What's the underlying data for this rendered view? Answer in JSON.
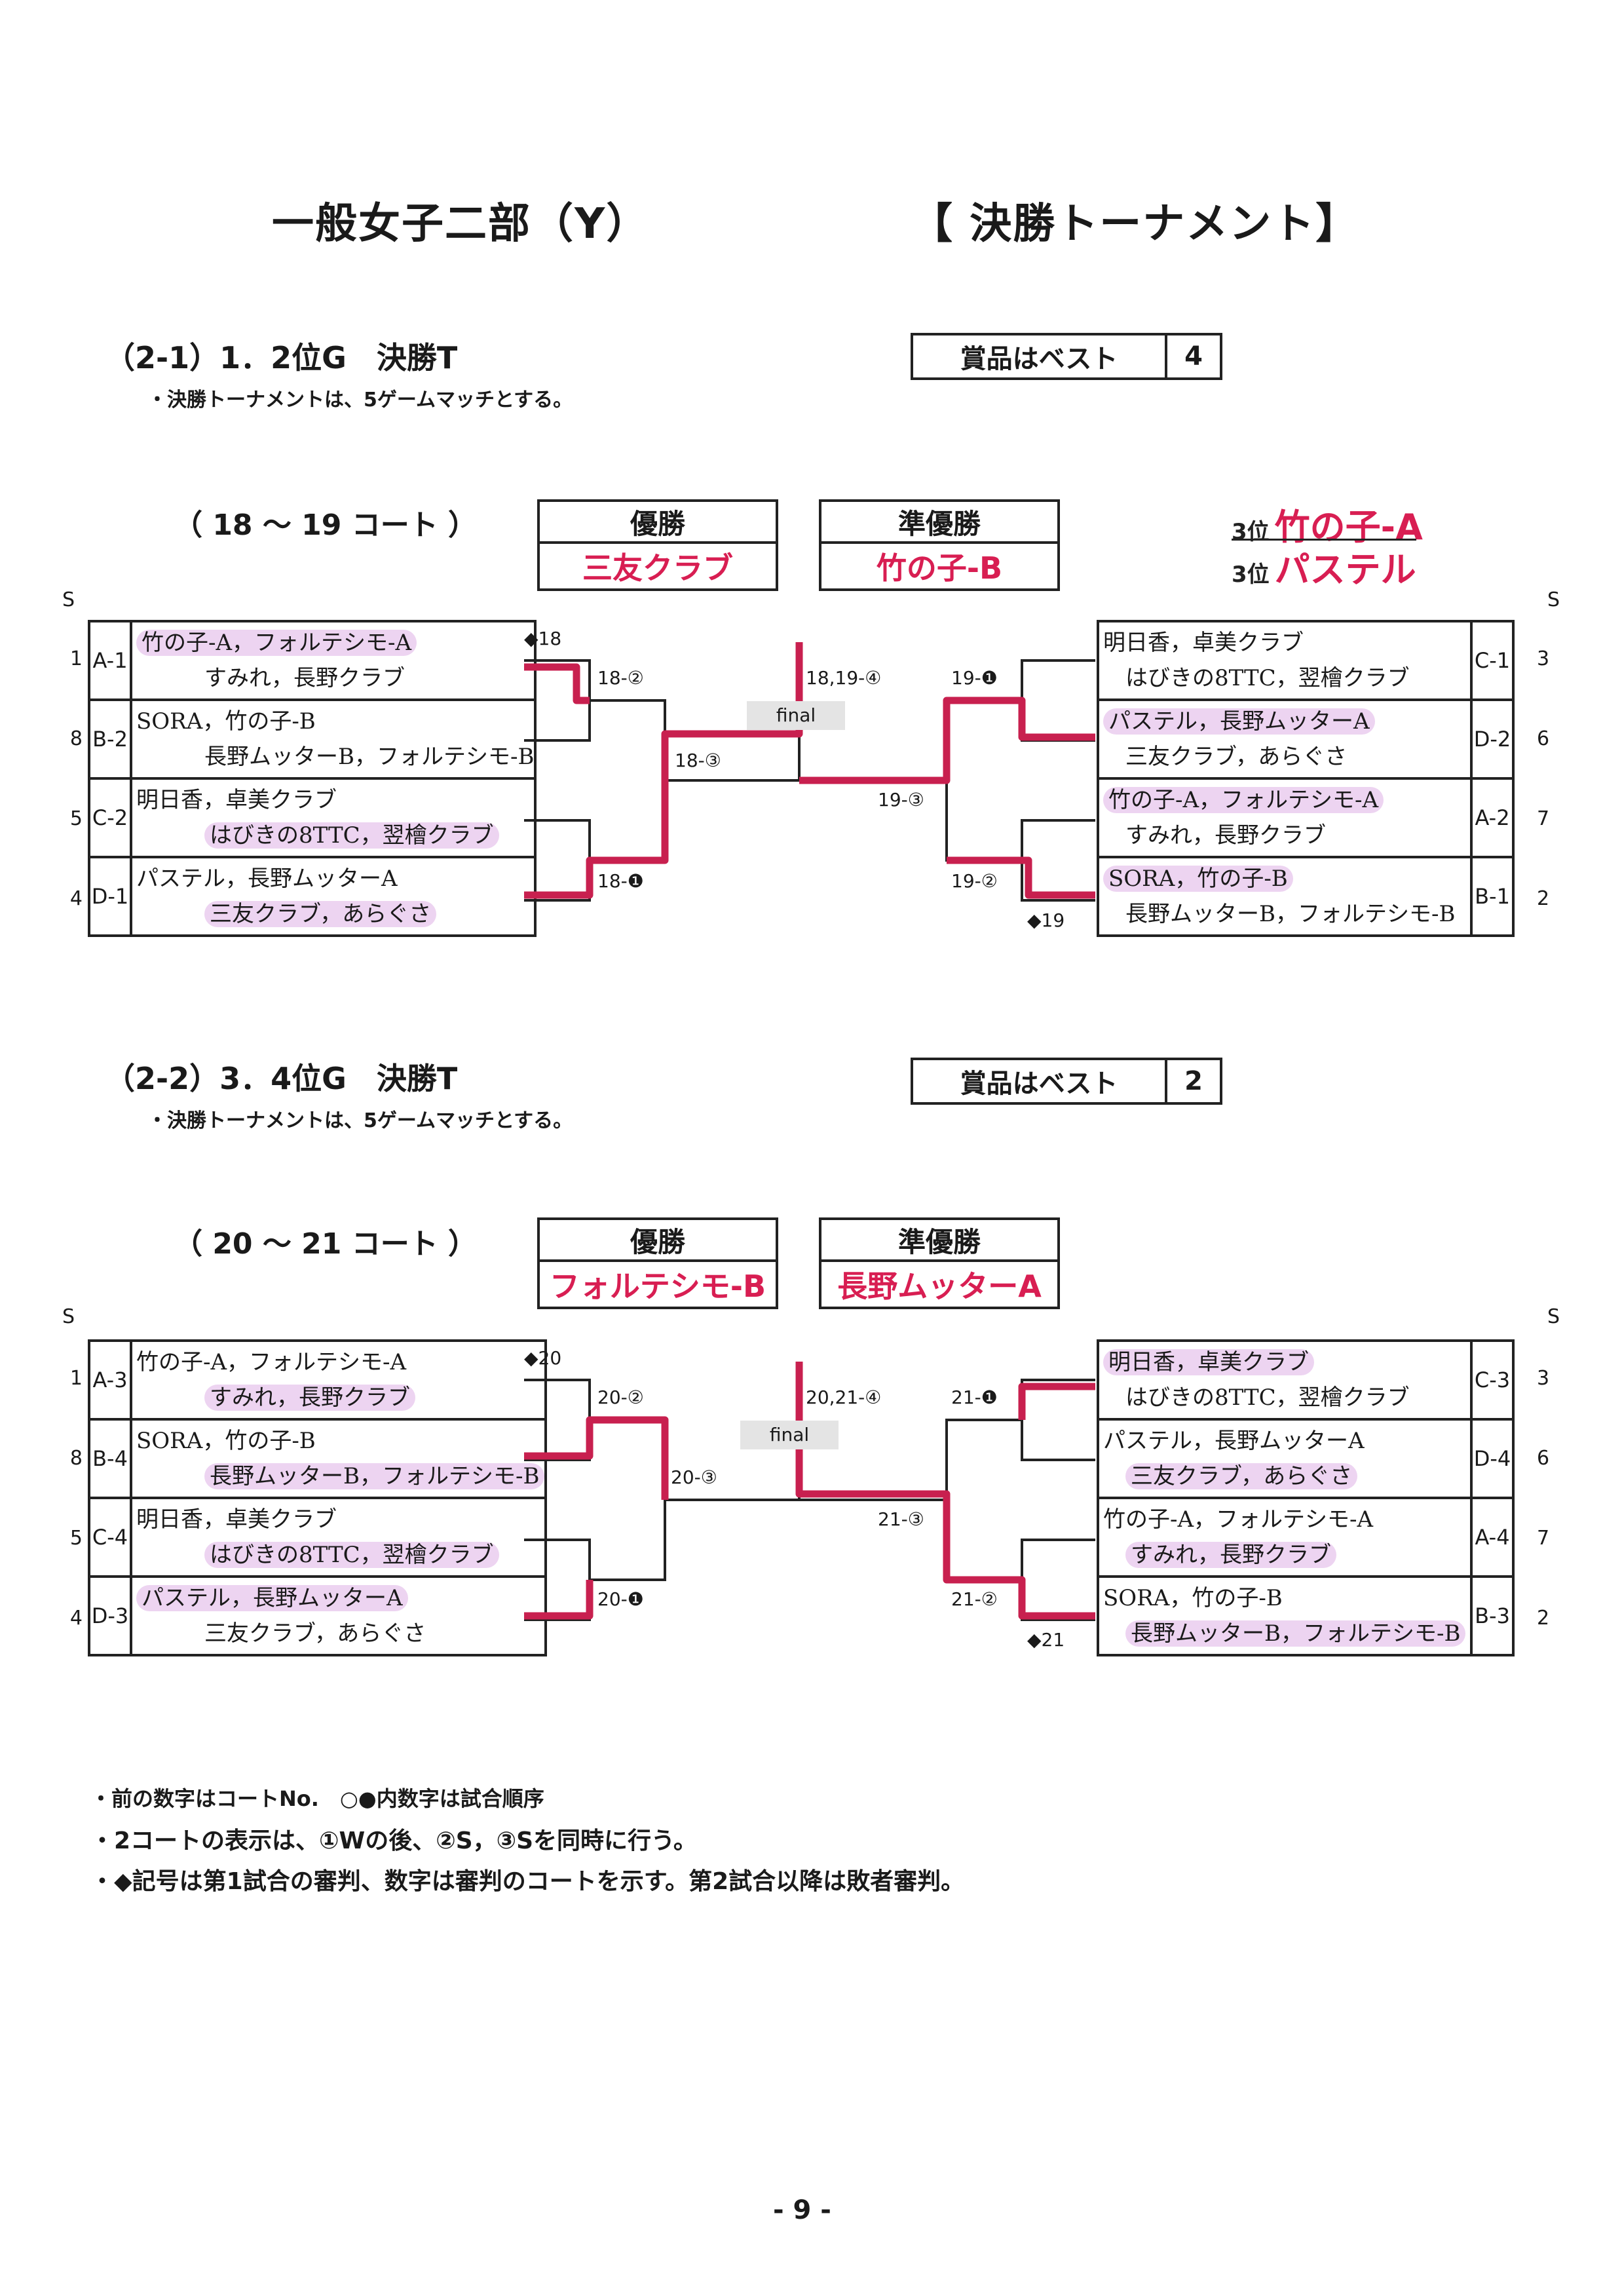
{
  "page": {
    "title_left": "一般女子二部（Y）",
    "title_right": "【 決勝トーナメント】",
    "page_number": "- 9 -"
  },
  "sections": [
    {
      "heading": "（2-1）1．2位G　決勝T",
      "note": "・決勝トーナメントは、5ゲームマッチとする。",
      "prize_label": "賞品はベスト",
      "prize_value": "4",
      "court": "（ 18 ～ 19 コート ）",
      "champion_label": "優勝",
      "champion": "三友クラブ",
      "runnerup_label": "準優勝",
      "runnerup": "竹の子-B",
      "third": [
        {
          "label": "3位",
          "team": "竹の子-A"
        },
        {
          "label": "3位",
          "team": "パステル"
        }
      ],
      "s_label": "S",
      "left_rows": [
        {
          "num": "1",
          "seed": "A-1",
          "line1": "竹の子-A，フォルテシモ-A",
          "line2": "すみれ，長野クラブ"
        },
        {
          "num": "8",
          "seed": "B-2",
          "line1": "SORA，竹の子-B",
          "line2": "長野ムッターB，フォルテシモ-B"
        },
        {
          "num": "5",
          "seed": "C-2",
          "line1": "明日香，卓美クラブ",
          "line2": "はびきの8TTC，翌檜クラブ"
        },
        {
          "num": "4",
          "seed": "D-1",
          "line1": "パステル，長野ムッターA",
          "line2": "三友クラブ，あらぐさ"
        }
      ],
      "right_rows": [
        {
          "num": "3",
          "seed": "C-1",
          "line1": "明日香，卓美クラブ",
          "line2": "はびきの8TTC，翌檜クラブ"
        },
        {
          "num": "6",
          "seed": "D-2",
          "line1": "パステル，長野ムッターA",
          "line2": "三友クラブ，あらぐさ"
        },
        {
          "num": "7",
          "seed": "A-2",
          "line1": "竹の子-A，フォルテシモ-A",
          "line2": "すみれ，長野クラブ"
        },
        {
          "num": "2",
          "seed": "B-1",
          "line1": "SORA，竹の子-B",
          "line2": "長野ムッターB，フォルテシモ-B"
        }
      ],
      "labels": {
        "ump_left": "◆18",
        "m_l1": "18-②",
        "m_l2": "18-❶",
        "m_l3": "18-③",
        "m_final": "18,19-④",
        "final": "final",
        "m_r1": "19-❶",
        "m_r2": "19-②",
        "m_r3": "19-③",
        "ump_right": "◆19"
      }
    },
    {
      "heading": "（2-2）3．4位G　決勝T",
      "note": "・決勝トーナメントは、5ゲームマッチとする。",
      "prize_label": "賞品はベスト",
      "prize_value": "2",
      "court": "（ 20 ～ 21 コート ）",
      "champion_label": "優勝",
      "champion": "フォルテシモ-B",
      "runnerup_label": "準優勝",
      "runnerup": "長野ムッターA",
      "s_label": "S",
      "left_rows": [
        {
          "num": "1",
          "seed": "A-3",
          "line1": "竹の子-A，フォルテシモ-A",
          "line2": "すみれ，長野クラブ"
        },
        {
          "num": "8",
          "seed": "B-4",
          "line1": "SORA，竹の子-B",
          "line2": "長野ムッターB，フォルテシモ-B"
        },
        {
          "num": "5",
          "seed": "C-4",
          "line1": "明日香，卓美クラブ",
          "line2": "はびきの8TTC，翌檜クラブ"
        },
        {
          "num": "4",
          "seed": "D-3",
          "line1": "パステル，長野ムッターA",
          "line2": "三友クラブ，あらぐさ"
        }
      ],
      "right_rows": [
        {
          "num": "3",
          "seed": "C-3",
          "line1": "明日香，卓美クラブ",
          "line2": "はびきの8TTC，翌檜クラブ"
        },
        {
          "num": "6",
          "seed": "D-4",
          "line1": "パステル，長野ムッターA",
          "line2": "三友クラブ，あらぐさ"
        },
        {
          "num": "7",
          "seed": "A-4",
          "line1": "竹の子-A，フォルテシモ-A",
          "line2": "すみれ，長野クラブ"
        },
        {
          "num": "2",
          "seed": "B-3",
          "line1": "SORA，竹の子-B",
          "line2": "長野ムッターB，フォルテシモ-B"
        }
      ],
      "labels": {
        "ump_left": "◆20",
        "m_l1": "20-②",
        "m_l2": "20-❶",
        "m_l3": "20-③",
        "m_final": "20,21-④",
        "final": "final",
        "m_r1": "21-❶",
        "m_r2": "21-②",
        "m_r3": "21-③",
        "ump_right": "◆21"
      }
    }
  ],
  "footer": {
    "line1": "・前の数字はコートNo.　○●内数字は試合順序",
    "line2": "・2コートの表示は、①Wの後、②S，③Sを同時に行う。",
    "line3": "・◆記号は第1試合の審判、数字は審判のコートを示す。第2試合以降は敗者審判。"
  },
  "colors": {
    "winner_red": "#d81e52",
    "highlight_purple": "#c878d2",
    "line": "#222222"
  }
}
